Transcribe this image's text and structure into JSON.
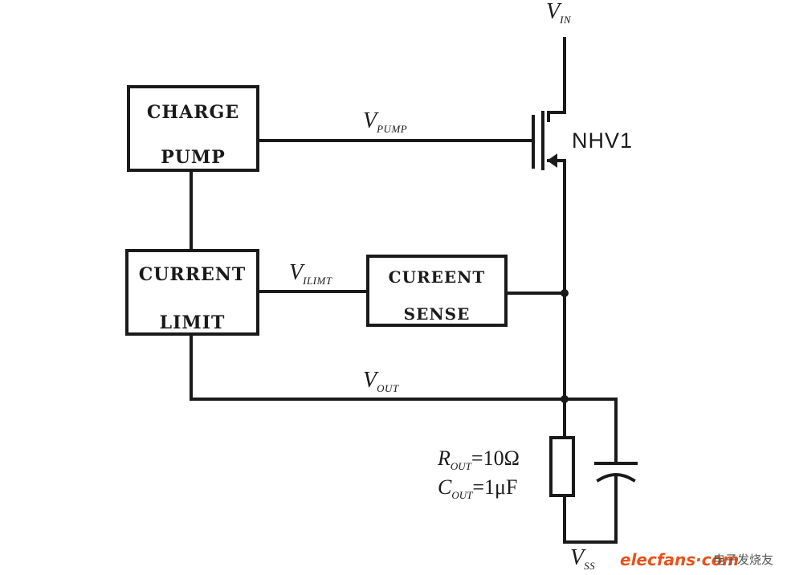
{
  "blocks": {
    "charge_pump": {
      "line1": "CHARGE",
      "line2": "PUMP"
    },
    "current_limit": {
      "line1": "CURRENT",
      "line2": "LIMIT"
    },
    "current_sense": {
      "line1": "CUREENT",
      "line2": "SENSE"
    }
  },
  "nets": {
    "vin": {
      "symbol": "V",
      "subscript": "IN"
    },
    "vpump": {
      "symbol": "V",
      "subscript": "PUMP"
    },
    "vilimit": {
      "symbol": "V",
      "subscript": "ILIMT"
    },
    "vout": {
      "symbol": "V",
      "subscript": "OUT"
    },
    "vss": {
      "symbol": "V",
      "subscript": "SS"
    }
  },
  "transistor": {
    "name": "NHV1"
  },
  "components": {
    "rout": {
      "symbol": "R",
      "subscript": "OUT",
      "value": "=10Ω"
    },
    "cout": {
      "symbol": "C",
      "subscript": "OUT",
      "value": "=1μF"
    }
  },
  "watermark": {
    "site": "elecfans·com",
    "chinese": "电子发烧友"
  },
  "colors": {
    "ink": "#1a1a1a",
    "watermark": "#e8521a"
  }
}
